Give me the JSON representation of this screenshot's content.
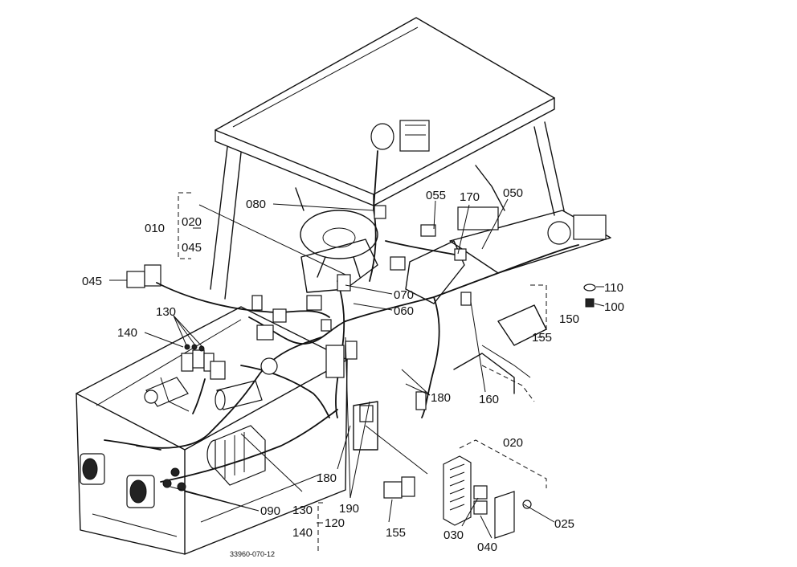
{
  "labels": {
    "l010": "010",
    "l020a": "020",
    "l045a": "045",
    "l045b": "045",
    "l080": "080",
    "l055": "055",
    "l170": "170",
    "l050": "050",
    "l070": "070",
    "l060": "060",
    "l130a": "130",
    "l140a": "140",
    "l110": "110",
    "l100": "100",
    "l150": "150",
    "l155a": "155",
    "l160": "160",
    "l180a": "180",
    "l180b": "180",
    "l020b": "020",
    "l025": "025",
    "l030": "030",
    "l040": "040",
    "l155b": "155",
    "l190": "190",
    "l090": "090",
    "l130b": "130",
    "l140b": "140",
    "l120": "120"
  },
  "drawing_code": "33960-070-12"
}
